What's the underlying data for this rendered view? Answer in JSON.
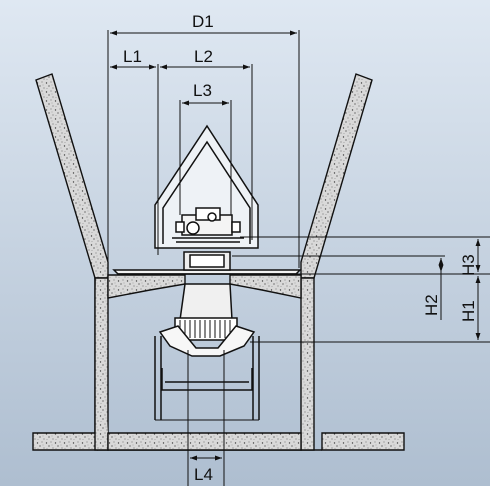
{
  "colors": {
    "background_top": "#dfe8f2",
    "background_bottom": "#aebed0",
    "line": "#111111",
    "concrete": "#d8d8d8"
  },
  "labels": {
    "d1": "D1",
    "l1": "L1",
    "l2": "L2",
    "l3": "L3",
    "l4": "L4",
    "h1": "H1",
    "h2": "H2",
    "h3": "H3"
  }
}
